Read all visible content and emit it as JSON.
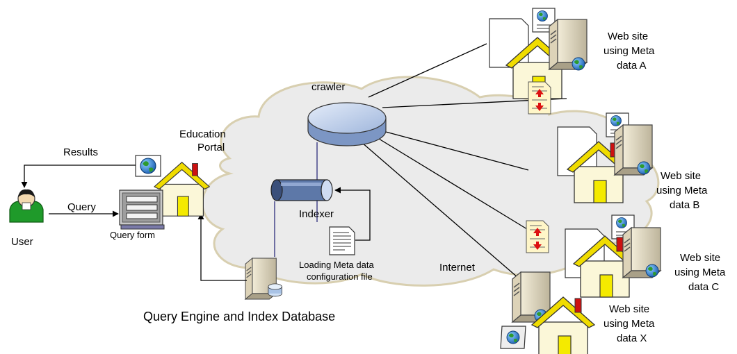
{
  "labels": {
    "user": "User",
    "query": "Query",
    "results": "Results",
    "query_form": "Query form",
    "portal_line1": "Education",
    "portal_line2": "Portal",
    "crawler": "crawler",
    "indexer": "Indexer",
    "config_line1": "Loading Meta data",
    "config_line2": "configuration file",
    "internet": "Internet",
    "query_engine": "Query Engine and Index Database"
  },
  "sites": {
    "a": [
      "Web site",
      "using Meta",
      "data A"
    ],
    "b": [
      "Web site",
      "using Meta",
      "data B"
    ],
    "c": [
      "Web site",
      "using Meta",
      "data C"
    ],
    "x": [
      "Web site",
      "using Meta",
      "data X"
    ]
  },
  "icons": {
    "person": "user-icon",
    "globe": "globe-icon",
    "form": "query-form-icon",
    "house": "house-icon",
    "server": "server-icon",
    "disk": "crawler-disk-icon",
    "cylinder": "indexer-cylinder-icon",
    "document": "document-icon",
    "transfer": "transfer-document-icon"
  },
  "colors": {
    "cloud_fill": "#ebebeb",
    "cloud_stroke": "#d8cfb0",
    "house_body": "#fbf7d8",
    "house_roof": "#f0dc00",
    "door": "#f4ea00",
    "chimney": "#cc1111",
    "disk": "#b3c7e6",
    "user_green": "#1f9a2a"
  }
}
